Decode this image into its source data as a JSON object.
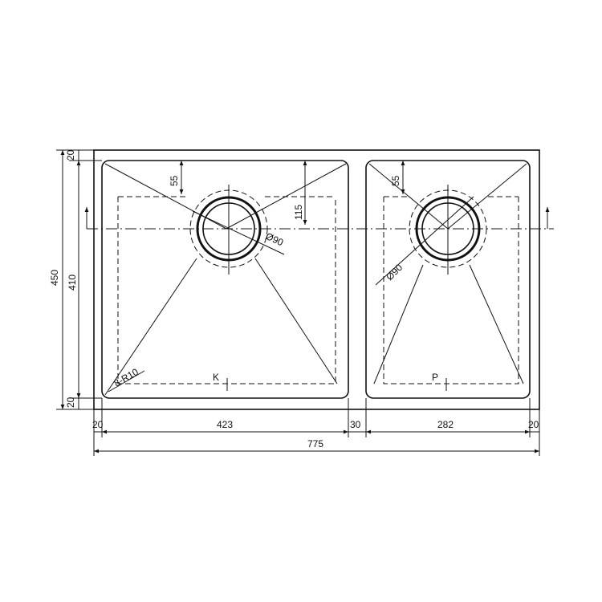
{
  "dimensions": {
    "overall_width": "775",
    "overall_height": "450",
    "inner_height": "410",
    "rim_top": "20",
    "rim_bottom": "20",
    "rim_left": "20",
    "rim_right": "20",
    "left_bowl_width": "423",
    "divider": "30",
    "right_bowl_width": "282",
    "left_drain_offset": "55",
    "left_drain_to_edge": "115",
    "right_drain_offset": "55",
    "left_drain_diameter": "Ø90",
    "right_drain_diameter": "Ø90",
    "corner_radius": "8-R10"
  },
  "labels": {
    "left_bowl": "K",
    "right_bowl": "P"
  }
}
